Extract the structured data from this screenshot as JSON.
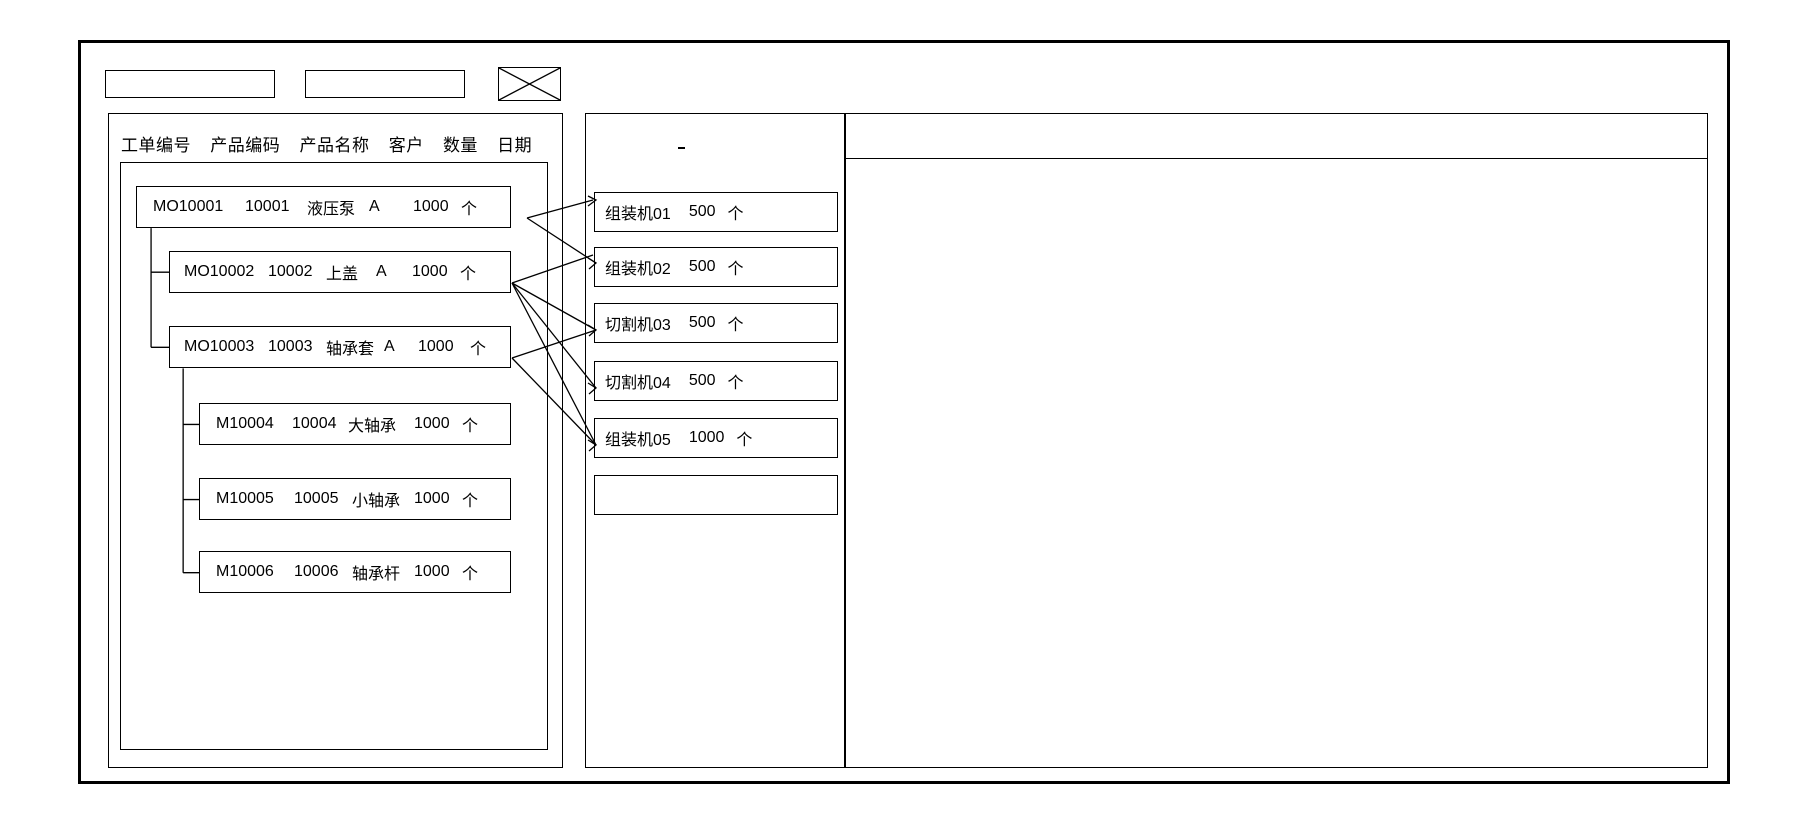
{
  "window": {
    "title": ""
  },
  "toolbar": {
    "field_1": "",
    "field_2": "",
    "placeholder_icon": "image-placeholder-icon"
  },
  "left_panel": {
    "columns": [
      "工单编号",
      "产品编码",
      "产品名称",
      "客户",
      "数量",
      "日期"
    ],
    "rows": [
      {
        "level": 0,
        "order_no": "MO10001",
        "product_code": "10001",
        "product_name": "液压泵",
        "customer": "A",
        "qty": "1000",
        "unit": "个",
        "date": ""
      },
      {
        "level": 1,
        "order_no": "MO10002",
        "product_code": "10002",
        "product_name": "上盖",
        "customer": "A",
        "qty": "1000",
        "unit": "个",
        "date": ""
      },
      {
        "level": 1,
        "order_no": "MO10003",
        "product_code": "10003",
        "product_name": "轴承套",
        "customer": "A",
        "qty": "1000",
        "unit": "个",
        "date": ""
      },
      {
        "level": 2,
        "order_no": "M10004",
        "product_code": "10004",
        "product_name": "大轴承",
        "customer": "",
        "qty": "1000",
        "unit": "个",
        "date": ""
      },
      {
        "level": 2,
        "order_no": "M10005",
        "product_code": "10005",
        "product_name": "小轴承",
        "customer": "",
        "qty": "1000",
        "unit": "个",
        "date": ""
      },
      {
        "level": 2,
        "order_no": "M10006",
        "product_code": "10006",
        "product_name": "轴承杆",
        "customer": "",
        "qty": "1000",
        "unit": "个",
        "date": ""
      }
    ]
  },
  "middle_panel": {
    "machines": [
      {
        "name": "组装机01",
        "qty": "500",
        "unit": "个"
      },
      {
        "name": "组装机02",
        "qty": "500",
        "unit": "个"
      },
      {
        "name": "切割机03",
        "qty": "500",
        "unit": "个"
      },
      {
        "name": "切割机04",
        "qty": "500",
        "unit": "个"
      },
      {
        "name": "组装机05",
        "qty": "1000",
        "unit": "个"
      },
      {
        "name": "",
        "qty": "",
        "unit": ""
      }
    ]
  },
  "right_panel": {
    "header_text": "",
    "body_text": ""
  },
  "colors": {
    "stroke": "#000000",
    "background": "#ffffff"
  }
}
